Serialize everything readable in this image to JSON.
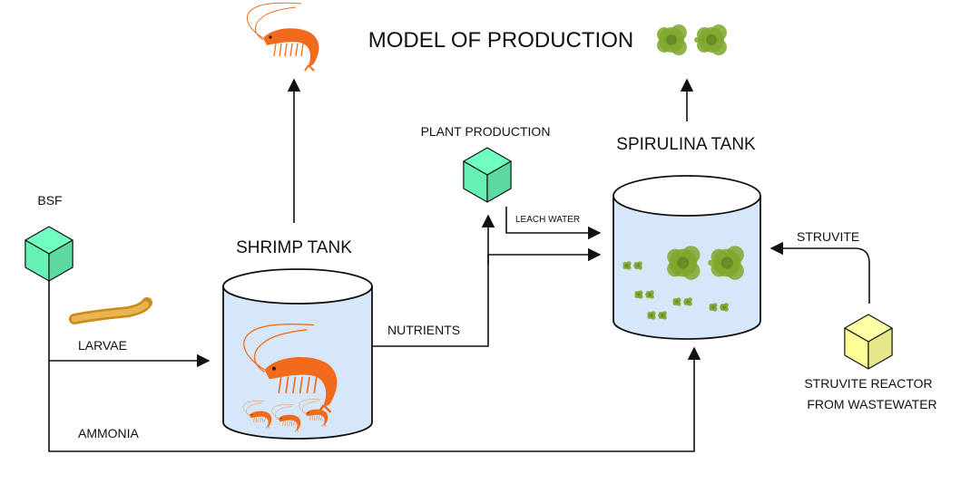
{
  "title": "MODEL OF PRODUCTION",
  "nodes": {
    "bsf": {
      "label": "BSF",
      "color": "#66f0b3"
    },
    "plant": {
      "label": "PLANT PRODUCTION",
      "color": "#66f0b3"
    },
    "shrimp_tank": {
      "label": "SHRIMP TANK",
      "fill": "#d7e7fa"
    },
    "spirulina_tank": {
      "label": "SPIRULINA TANK",
      "fill": "#d7e7fa"
    },
    "struvite_reactor": {
      "line1": "STRUVITE REACTOR",
      "line2": "FROM WASTEWATER",
      "color": "#ffff99"
    }
  },
  "flows": {
    "larvae": "LARVAE",
    "ammonia": "AMMONIA",
    "nutrients": "NUTRIENTS",
    "leach_water": "LEACH WATER",
    "struvite": "STRUVITE"
  },
  "icons": {
    "shrimp": "shrimp-icon",
    "spirulina": "spirulina-icon",
    "larva": "larva-icon",
    "shrimp_color": "#f26b1d",
    "spirulina_color": "#7ea72a"
  }
}
